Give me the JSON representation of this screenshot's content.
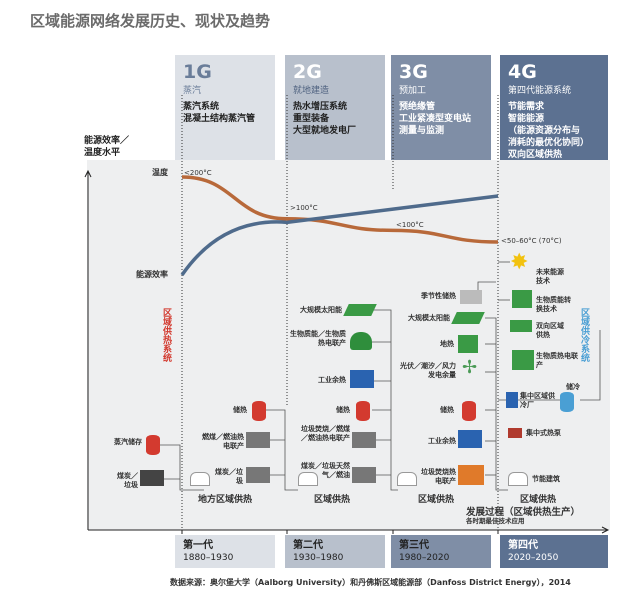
{
  "title": "区域能源网络发展历史、现状及趋势",
  "generations": [
    {
      "code": "1G",
      "sub": "蒸汽",
      "desc": [
        "蒸汽系统",
        "混凝土结构蒸汽管"
      ],
      "name": "第一代",
      "years": "1880–1930"
    },
    {
      "code": "2G",
      "sub": "就地建造",
      "desc": [
        "热水增压系统",
        "重型装备",
        "大型就地发电厂"
      ],
      "name": "第二代",
      "years": "1930–1980"
    },
    {
      "code": "3G",
      "sub": "预加工",
      "desc": [
        "预绝缘管",
        "工业紧凑型变电站",
        "测量与监测"
      ],
      "name": "第三代",
      "years": "1980–2020"
    },
    {
      "code": "4G",
      "sub": "第四代能源系统",
      "desc": [
        "节能需求",
        "智能能源",
        "（能源资源分布与",
        "消耗的最优化协同）",
        "双向区域供热"
      ],
      "name": "第四代",
      "years": "2020–2050"
    }
  ],
  "y_axis_label": [
    "能源效率／",
    "温度水平"
  ],
  "curves": {
    "temperature_label": "温度",
    "efficiency_label": "能源效率",
    "temps": [
      "<200°C",
      ">100°C",
      "<100°C",
      "<50–60°C (70°C)"
    ],
    "temperature_values": [
      200,
      110,
      85,
      60
    ],
    "efficiency_values": [
      20,
      60,
      70,
      80
    ]
  },
  "heating_system_label": "区域供热系统",
  "cooling_system_label": "区域供冷系统",
  "col1": {
    "items": [
      "蒸汽储存",
      "煤炭／垃圾"
    ]
  },
  "col2": {
    "items": [
      "储热",
      "燃煤／燃油热电联产",
      "煤炭／垃圾"
    ],
    "section": "地方区域供热"
  },
  "col3": {
    "items": [
      "大规模太阳能",
      "生物质能／生物质热电联产",
      "工业余热",
      "储热",
      "垃圾焚烧／燃煤／燃油热电联产",
      "煤炭／垃圾天然气／燃油"
    ],
    "section": "区域供热"
  },
  "col4": {
    "items": [
      "季节性储热",
      "大规模太阳能",
      "地热",
      "光伏／潮汐／风力发电余量",
      "储热",
      "工业余热",
      "垃圾焚烧热电联产"
    ],
    "section": "区域供热"
  },
  "col5": {
    "items": [
      "未来能源技术",
      "生物质能转换技术",
      "双向区域供热",
      "生物质热电联产",
      "集中区域供冷厂",
      "储冷",
      "集中式热泵",
      "节能建筑"
    ],
    "section": "区域供热"
  },
  "x_axis_label": "发展过程（区域供热生产）",
  "x_axis_sub": "各时期最佳技术应用",
  "source": "数据来源：奥尔堡大学（Aalborg University）和丹佛斯区域能源部（Danfoss District Energy），2014",
  "colors": {
    "temperature": "#b8693a",
    "efficiency": "#4f6b8c"
  }
}
